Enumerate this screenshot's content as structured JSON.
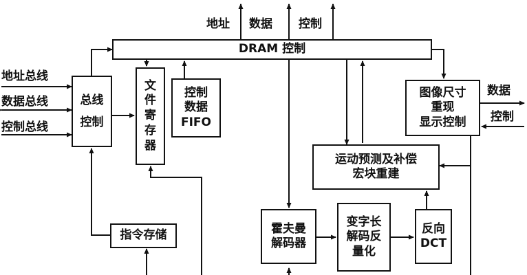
{
  "top_labels": [
    "地址",
    "数据",
    "控制"
  ],
  "blocks": {
    "dram": "DRAM 控制",
    "bus_control": "总线\n控制",
    "file_register": "文\n件\n寄\n存\n器",
    "ctrl_fifo": "控制\n数据\nFIFO",
    "image_display": "图像尺寸\n重现\n显示控制",
    "motion_comp": "运动预测及补偿\n宏块重建",
    "huffman": "霍夫曼\n解码器",
    "vlc_dequant": "变字长\n解码反\n量化",
    "idct": "反向\nDCT",
    "instr_store": "指令存储"
  },
  "left_buses": [
    "地址总线",
    "数据总线",
    "控制总线"
  ],
  "right_outputs": [
    "数据",
    "控制"
  ]
}
